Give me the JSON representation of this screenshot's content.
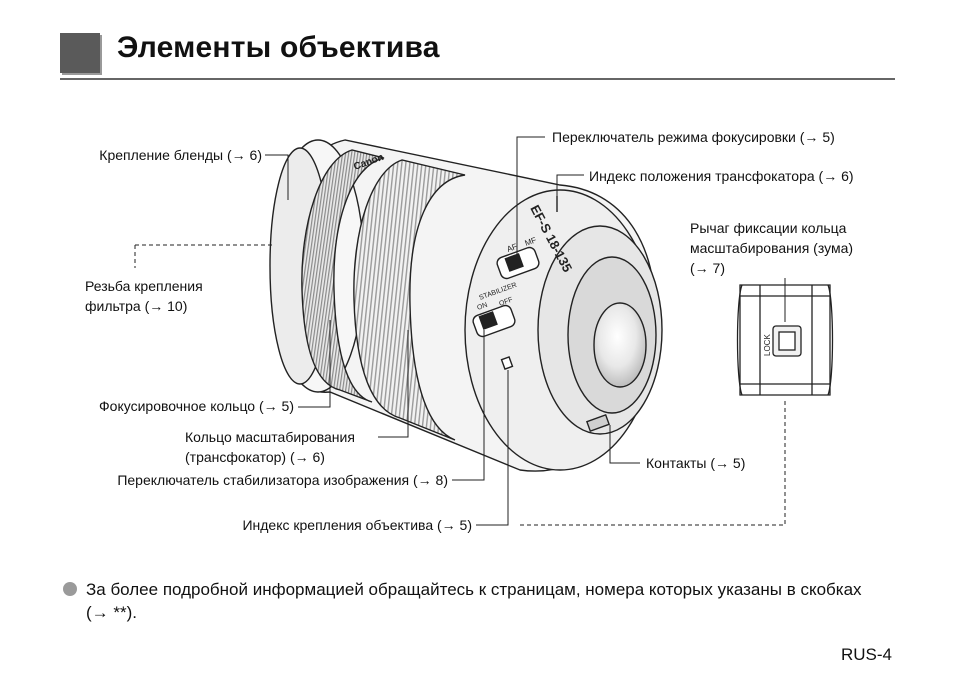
{
  "page": {
    "title": "Элементы объектива",
    "page_number": "RUS-4"
  },
  "labels": {
    "hood_mount": "Крепление бленды (→ 6)",
    "filter_thread_line1": "Резьба крепления",
    "filter_thread_line2": "фильтра (→ 10)",
    "focus_ring": "Фокусировочное кольцо (→ 5)",
    "zoom_ring_line1": "Кольцо масштабирования",
    "zoom_ring_line2": "(трансфокатор) (→ 6)",
    "stabilizer_switch": "Переключатель стабилизатора изображения (→ 8)",
    "mount_index": "Индекс крепления объектива (→ 5)",
    "focus_mode_switch": "Переключатель режима фокусировки (→ 5)",
    "zoom_position_index": "Индекс положения трансфокатора (→ 6)",
    "zoom_lock_line1": "Рычаг фиксации кольца",
    "zoom_lock_line2": "масштабирования (зума)",
    "zoom_lock_line3": "(→ 7)",
    "contacts": "Контакты (→ 5)"
  },
  "lens_markings": {
    "brand": "Canon",
    "model": "EF-S 18-135",
    "focus_switch_af": "AF",
    "focus_switch_mf": "MF",
    "stabilizer_title": "STABILIZER",
    "stabilizer_on": "ON",
    "stabilizer_off": "OFF",
    "lock": "LOCK"
  },
  "footnote": "За более подробной информацией обращайтесь к страницам, номера которых указаны в скобках (→ **)."
}
